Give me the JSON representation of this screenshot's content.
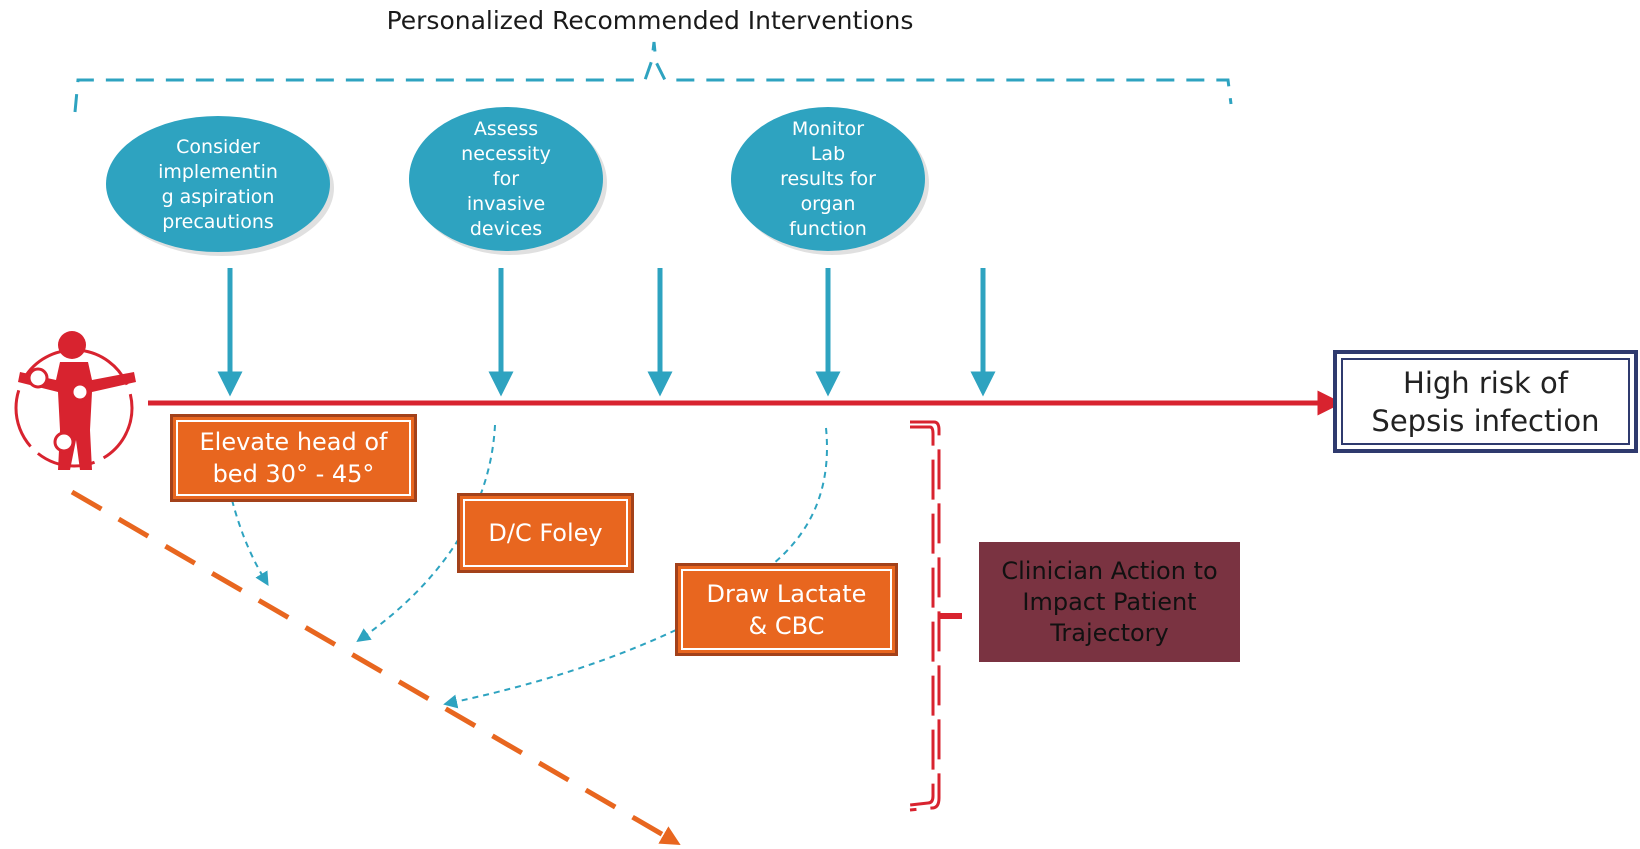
{
  "title": "Personalized Recommended Interventions",
  "interventions": [
    {
      "label": "Consider\nimplementin\ng aspiration\nprecautions"
    },
    {
      "label": "Assess\nnecessity\nfor\ninvasive\ndevices"
    },
    {
      "label": "Monitor\nLab\nresults for\norgan\nfunction"
    }
  ],
  "actions": [
    {
      "label": "Elevate head of\nbed 30°  - 45°"
    },
    {
      "label": "D/C Foley"
    },
    {
      "label": "Draw Lactate\n& CBC"
    }
  ],
  "outcome": {
    "label": "High risk of\nSepsis infection"
  },
  "clinician_note": {
    "label": "Clinician Action to\nImpact Patient\nTrajectory"
  },
  "colors": {
    "teal": "#2ea3c0",
    "orange": "#e8661f",
    "red": "#d8232f",
    "maroon": "#7a3341",
    "navy": "#2f3a6e"
  },
  "icons": {
    "patient": "patient-figure-icon"
  }
}
